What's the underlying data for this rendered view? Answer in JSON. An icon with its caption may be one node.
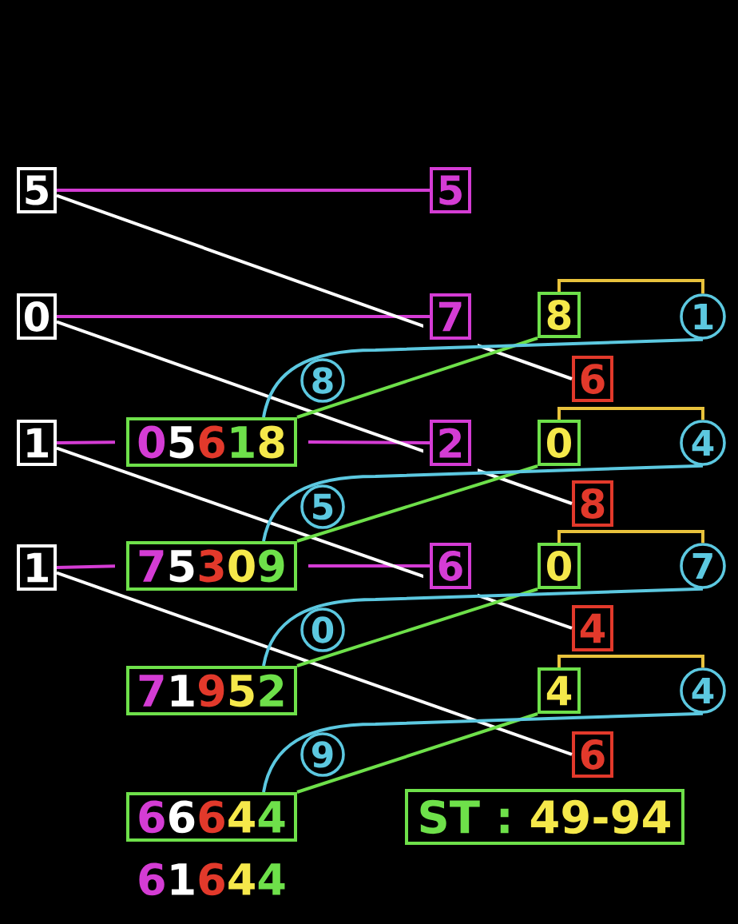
{
  "diagram": {
    "nodes": [
      {
        "text": [
          "5"
        ]
      },
      {
        "text": [
          "5"
        ]
      },
      {
        "text": [
          "0"
        ]
      },
      {
        "text": [
          "7"
        ]
      },
      {
        "text": [
          "8"
        ]
      },
      {
        "text": [
          "1"
        ]
      },
      {
        "text": [
          "6"
        ]
      },
      {
        "text": [
          "1"
        ]
      },
      {
        "text": [
          "05618"
        ]
      },
      {
        "text": [
          "2"
        ]
      },
      {
        "text": [
          "0"
        ]
      },
      {
        "text": [
          "4"
        ]
      },
      {
        "text": [
          "8"
        ]
      },
      {
        "text": [
          "1"
        ]
      },
      {
        "text": [
          "75309"
        ]
      },
      {
        "text": [
          "6"
        ]
      },
      {
        "text": [
          "0"
        ]
      },
      {
        "text": [
          "7"
        ]
      },
      {
        "text": [
          "4"
        ]
      },
      {
        "text": [
          "71952"
        ]
      },
      {
        "text": [
          "4"
        ]
      },
      {
        "text": [
          "4"
        ]
      },
      {
        "text": [
          "6"
        ]
      },
      {
        "text": [
          "66644"
        ],
        "beside": [
          "61644"
        ]
      },
      {
        "text": [
          "ST :",
          "49-94"
        ]
      }
    ],
    "edges": [
      {
        "from": 0,
        "to": 1,
        "arrow": "none"
      },
      {
        "from": 2,
        "to": 3,
        "arrow": "none"
      },
      {
        "from": 7,
        "to": 8,
        "arrow": "none"
      },
      {
        "from": 8,
        "to": 9,
        "arrow": "none"
      },
      {
        "from": 13,
        "to": 14,
        "arrow": "none"
      },
      {
        "from": 14,
        "to": 15,
        "arrow": "none"
      },
      {
        "from": 0,
        "to": 6,
        "arrow": "none",
        "color": "#ffffff"
      },
      {
        "from": 2,
        "to": 12,
        "arrow": "none",
        "color": "#ffffff"
      },
      {
        "from": 7,
        "to": 18,
        "arrow": "none",
        "color": "#ffffff"
      },
      {
        "from": 13,
        "to": 22,
        "arrow": "none",
        "color": "#ffffff"
      },
      {
        "from": 4,
        "to": 5,
        "arrow": "none",
        "color": "#e8c23c"
      },
      {
        "from": 10,
        "to": 11,
        "arrow": "none",
        "color": "#e8c23c"
      },
      {
        "from": 16,
        "to": 17,
        "arrow": "none",
        "color": "#e8c23c"
      },
      {
        "from": 20,
        "to": 21,
        "arrow": "none",
        "color": "#e8c23c"
      },
      {
        "from": 4,
        "to": 8,
        "arrow": "none",
        "color": "#6ee04a"
      },
      {
        "from": 10,
        "to": 14,
        "arrow": "none",
        "color": "#6ee04a"
      },
      {
        "from": 16,
        "to": 19,
        "arrow": "none",
        "color": "#6ee04a"
      },
      {
        "from": 20,
        "to": 23,
        "arrow": "none",
        "color": "#6ee04a"
      },
      {
        "from": 5,
        "to": 8,
        "arrow": "none",
        "color": "#5cc8e0",
        "label": "8"
      },
      {
        "from": 11,
        "to": 14,
        "arrow": "none",
        "color": "#5cc8e0",
        "label": "5"
      },
      {
        "from": 17,
        "to": 19,
        "arrow": "none",
        "color": "#5cc8e0",
        "label": "0"
      },
      {
        "from": 21,
        "to": 23,
        "arrow": "none",
        "color": "#5cc8e0",
        "label": "9"
      }
    ]
  }
}
